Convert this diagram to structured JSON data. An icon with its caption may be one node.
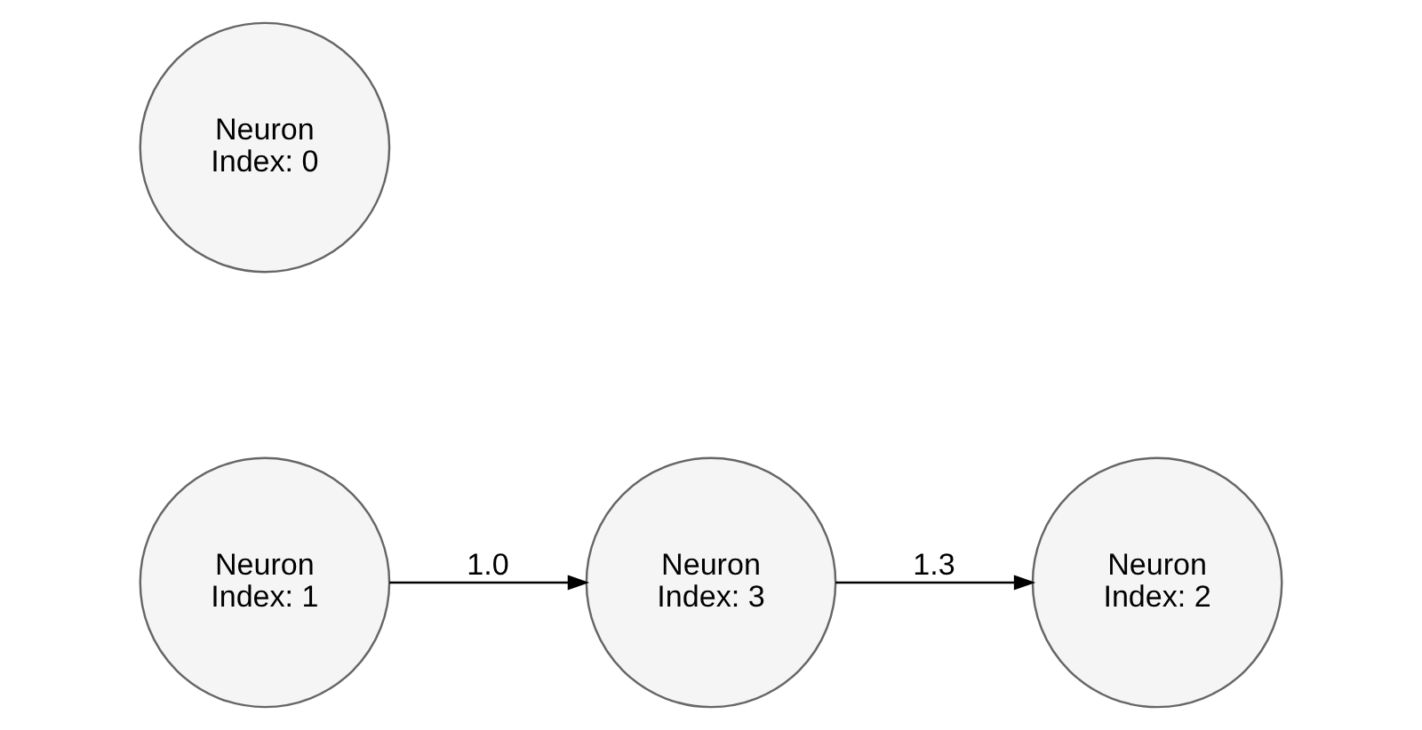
{
  "diagram": {
    "nodes": [
      {
        "text": [
          "Neuron Index: 0"
        ]
      },
      {
        "text": [
          "Neuron Index: 1"
        ]
      },
      {
        "text": [
          "Neuron Index: 3"
        ]
      },
      {
        "text": [
          "Neuron Index: 2"
        ]
      }
    ],
    "edges": [
      {
        "from": 1,
        "to": 2,
        "arrow": "to",
        "label": "1.0"
      },
      {
        "from": 2,
        "to": 3,
        "arrow": "to",
        "label": "1.3"
      }
    ]
  }
}
